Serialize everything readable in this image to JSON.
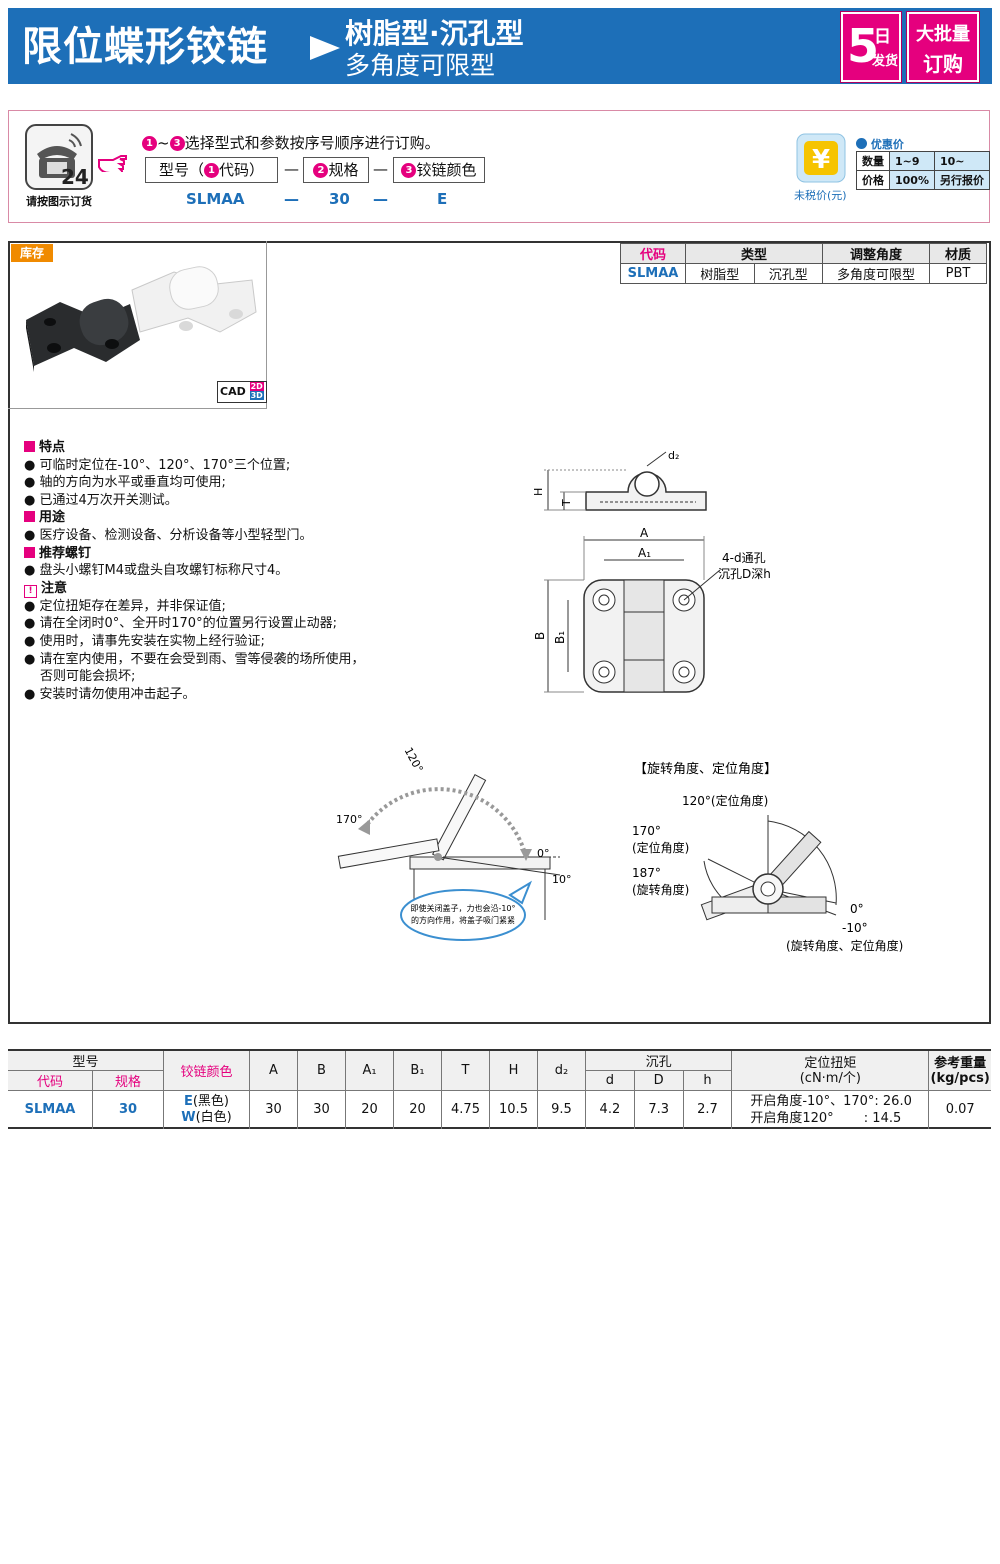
{
  "header": {
    "title": "限位蝶形铰链",
    "subtitle_line1": "树脂型·沉孔型",
    "subtitle_line2": "多角度可限型",
    "badge_days_num": "5",
    "badge_days_unit": "日",
    "badge_days_text": "发货",
    "badge_bulk_line1": "大批量",
    "badge_bulk_line2": "订购"
  },
  "order": {
    "phone_caption": "请按图示订货",
    "instruction_num1": "1",
    "instruction_tilde": "~",
    "instruction_num3": "3",
    "instruction_text": "选择型式和参数按序号顺序进行订购。",
    "box1_label": "型号（",
    "box1_num": "1",
    "box1_suffix": "代码）",
    "box2_num": "2",
    "box2_label": "规格",
    "box3_num": "3",
    "box3_label": "铰链颜色",
    "dash": "—",
    "example_code": "SLMAA",
    "example_size": "30",
    "example_color": "E",
    "price_caption": "未税价(元)",
    "price_title": "优惠价",
    "price_row1": [
      "数量",
      "1~9",
      "10~"
    ],
    "price_row2": [
      "价格",
      "100%",
      "另行报价"
    ]
  },
  "product": {
    "stock_label": "库存",
    "cad_label": "CAD",
    "cad_2d": "2D",
    "cad_3d": "3D"
  },
  "type_table": {
    "headers": [
      "代码",
      "类型",
      "调整角度",
      "材质"
    ],
    "row": [
      "SLMAA",
      "树脂型",
      "沉孔型",
      "多角度可限型",
      "PBT"
    ]
  },
  "features": {
    "features_title": "特点",
    "features_items": [
      "可临时定位在-10°、120°、170°三个位置;",
      "轴的方向为水平或垂直均可使用;",
      "已通过4万次开关测试。"
    ],
    "use_title": "用途",
    "use_items": [
      "医疗设备、检测设备、分析设备等小型轻型门。"
    ],
    "screw_title": "推荐螺钉",
    "screw_items": [
      "盘头小螺钉M4或盘头自攻螺钉标称尺寸4。"
    ],
    "note_title": "注意",
    "note_items": [
      "定位扭矩存在差异，并非保证值;",
      "请在全闭时0°、全开时170°的位置另行设置止动器;",
      "使用时，请事先安装在实物上经行验证;",
      "请在室内使用，不要在会受到雨、雪等侵袭的场所使用，"
    ],
    "note_cont": "否则可能会损坏;",
    "note_last": "安装时请勿使用冲击起子。"
  },
  "drawing": {
    "d2": "d₂",
    "H": "H",
    "T": "T",
    "A": "A",
    "A1": "A₁",
    "B": "B",
    "B1": "B₁",
    "hole_line1": "4-d通孔",
    "hole_line2": "沉孔D深h"
  },
  "angle_left": {
    "a120": "120°",
    "a170": "170°",
    "a0": "0°",
    "a10": "10°",
    "bubble_line1": "即使关闭盖子，力也会沿-10°",
    "bubble_line2": "的方向作用，将盖子吸门紧紧"
  },
  "angle_right": {
    "title": "【旋转角度、定位角度】",
    "l120": "120°(定位角度)",
    "l170a": "170°",
    "l170b": "(定位角度)",
    "l187a": "187°",
    "l187b": "(旋转角度)",
    "l0": "0°",
    "lm10": "-10°",
    "lbottom": "(旋转角度、定位角度)"
  },
  "spec_table": {
    "model_header": "型号",
    "code_header": "代码",
    "size_header": "规格",
    "color_header": "铰链颜色",
    "cols": [
      "A",
      "B",
      "A₁",
      "B₁",
      "T",
      "H",
      "d₂"
    ],
    "counterbore_header": "沉孔",
    "cb_cols": [
      "d",
      "D",
      "h"
    ],
    "torque_header1": "定位扭矩",
    "torque_header2": "(cN·m/个)",
    "weight_header1": "参考重量",
    "weight_header2": "(kg/pcs)",
    "code": "SLMAA",
    "size": "30",
    "color1_code": "E",
    "color1_name": "(黑色)",
    "color2_code": "W",
    "color2_name": "(白色)",
    "values": [
      "30",
      "30",
      "20",
      "20",
      "4.75",
      "10.5",
      "9.5"
    ],
    "cb_values": [
      "4.2",
      "7.3",
      "2.7"
    ],
    "torque_line1": "开启角度-10°、170°: 26.0",
    "torque_line2": "开启角度120°　　 : 14.5",
    "weight": "0.07"
  },
  "colors": {
    "header_blue": "#1d6fb8",
    "accent_magenta": "#e5007e",
    "stock_orange": "#f08a00"
  }
}
